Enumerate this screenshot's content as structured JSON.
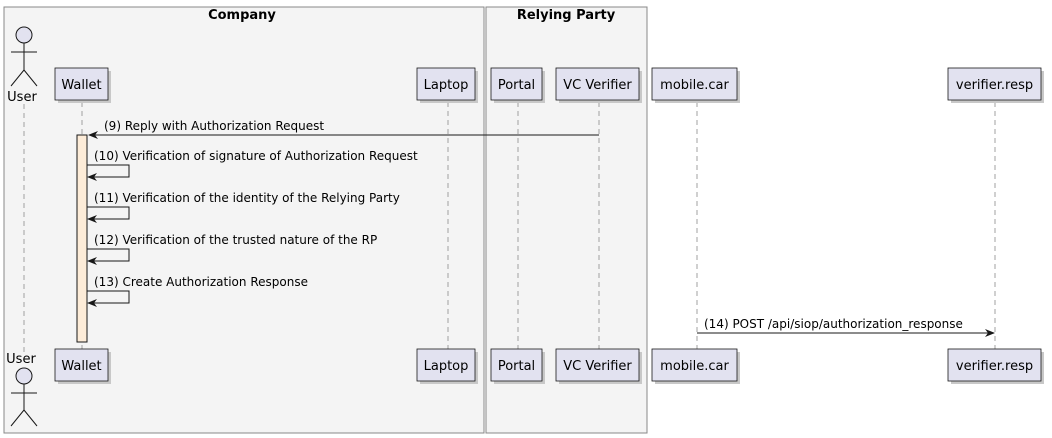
{
  "groups": {
    "company": "Company",
    "relying_party": "Relying Party"
  },
  "participants": {
    "user": "User",
    "wallet": "Wallet",
    "laptop": "Laptop",
    "portal": "Portal",
    "vc_verifier": "VC Verifier",
    "mobile_car": "mobile.car",
    "verifier_resp": "verifier.resp"
  },
  "messages": {
    "m9": "(9) Reply with Authorization Request",
    "m10": "(10) Verification of signature of Authorization Request",
    "m11": "(11) Verification of the identity of the Relying Party",
    "m12": "(12) Verification of the trusted nature of the RP",
    "m13": "(13) Create Authorization Response",
    "m14": "(14) POST /api/siop/authorization_response"
  },
  "colors": {
    "participant_fill": "#e2e2f0",
    "activation_fill": "#fdecd8",
    "group_fill": "#f4f4f4"
  }
}
